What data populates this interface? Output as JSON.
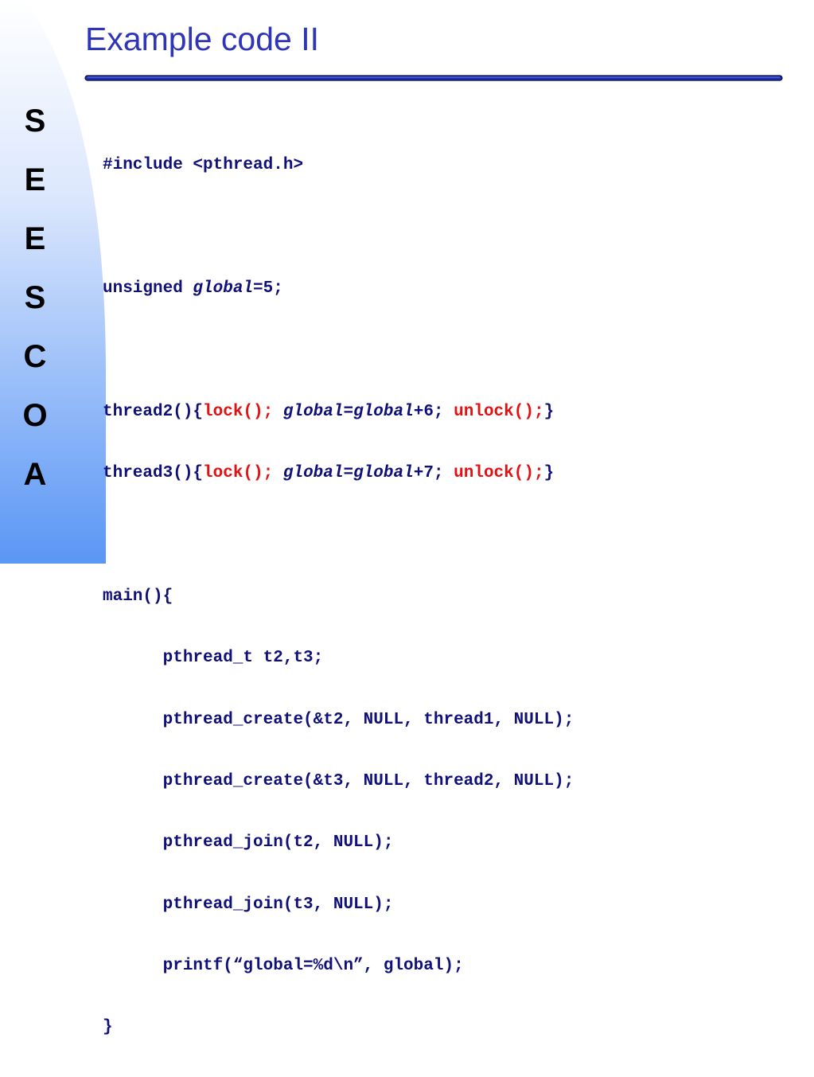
{
  "slide": {
    "title": "Example code II",
    "sidebar_letters": [
      "S",
      "E",
      "E",
      "S",
      "C",
      "O",
      "A"
    ]
  },
  "code": {
    "include": "#include <pthread.h>",
    "global_decl": {
      "pre": "unsigned ",
      "var": "global",
      "post": "=5;"
    },
    "thread2": {
      "head": "thread2(){",
      "lock": "lock();",
      "sp1": " ",
      "var1": "global",
      "eq": "=",
      "var2": "global",
      "rest": "+6; ",
      "unlock": "unlock();",
      "close": "}"
    },
    "thread3": {
      "head": "thread3(){",
      "lock": "lock();",
      "sp1": " ",
      "var1": "global",
      "eq": "=",
      "var2": "global",
      "rest": "+7; ",
      "unlock": "unlock();",
      "close": "}"
    },
    "main_open": "main(){",
    "body": [
      "      pthread_t t2,t3;",
      "      pthread_create(&t2, NULL, thread1, NULL);",
      "      pthread_create(&t3, NULL, thread2, NULL);",
      "      pthread_join(t2, NULL);",
      "      pthread_join(t3, NULL);",
      "      printf(“global=%d\\n”, global);"
    ],
    "main_close": "}"
  },
  "colors": {
    "title": "#2f35b8",
    "code": "#10107a",
    "highlight": "#e31212",
    "sidebar_top": "#ffffff",
    "sidebar_bottom": "#5a96f5"
  }
}
